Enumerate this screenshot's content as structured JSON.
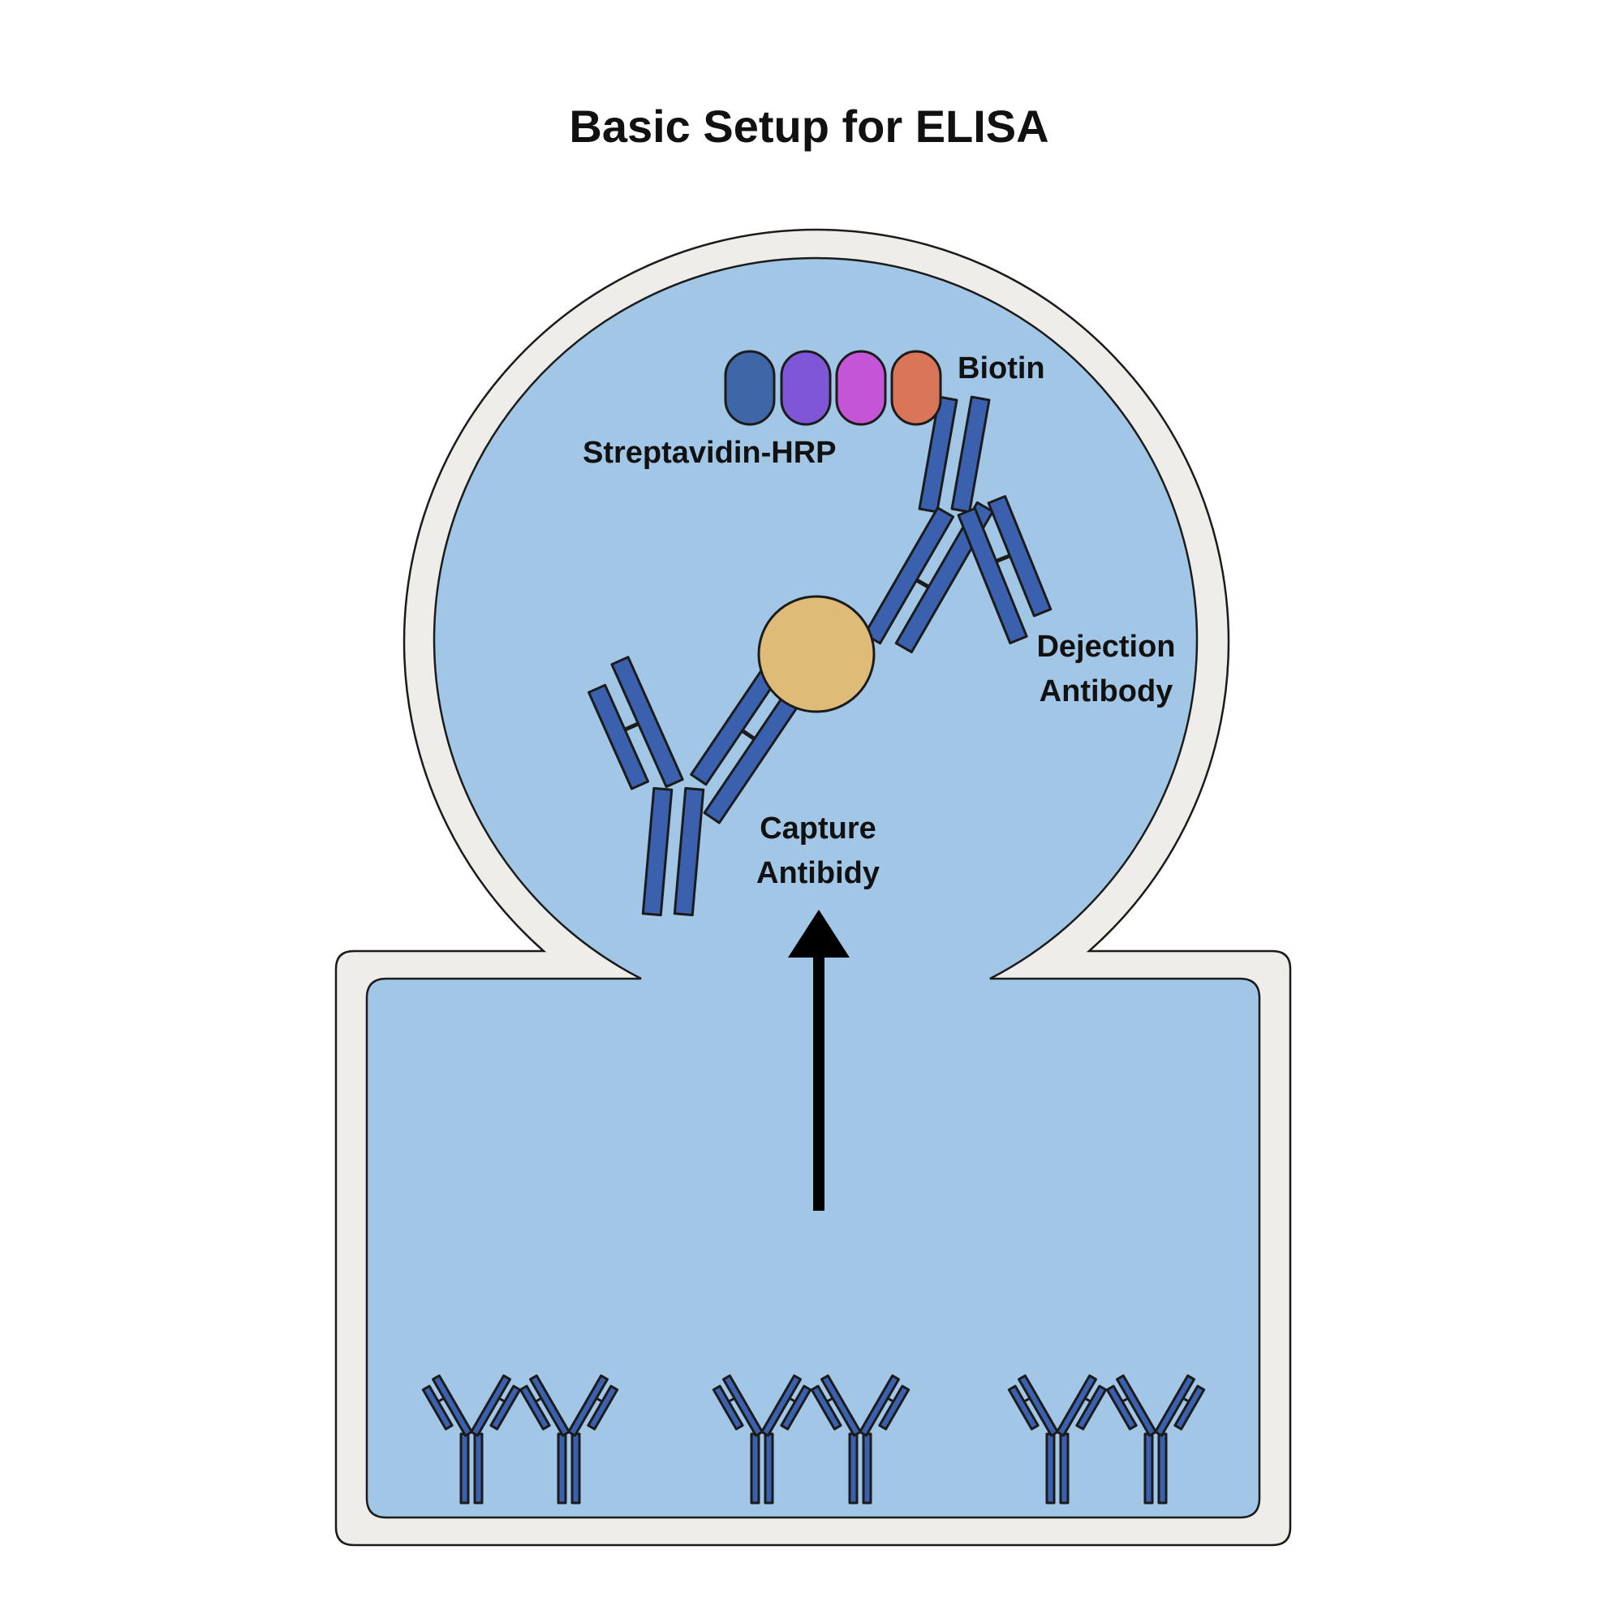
{
  "title": "Basic Setup for ELISA",
  "labels": {
    "biotin": "Biotin",
    "streptavidin": "Streptavidin-HRP",
    "detection_line1": "Dejection",
    "detection_line2": "Antibody",
    "capture_line1": "Capture",
    "capture_line2": "Antibidy"
  },
  "colors": {
    "well_border": "#eeede9",
    "well_fill": "#a1c6e6",
    "antibody": "#3b61ae",
    "antigen": "#dfbb78",
    "outline": "#1b1b1b",
    "arrow": "#000000",
    "beads": [
      "#3f66a6",
      "#7f56d5",
      "#c455d6",
      "#d97659"
    ]
  },
  "icons": {
    "arrow": "up-arrow-icon",
    "antibody": "y-shaped-antibody-icon",
    "antigen": "antigen-circle-icon",
    "bead": "enzyme-bead-icon"
  }
}
